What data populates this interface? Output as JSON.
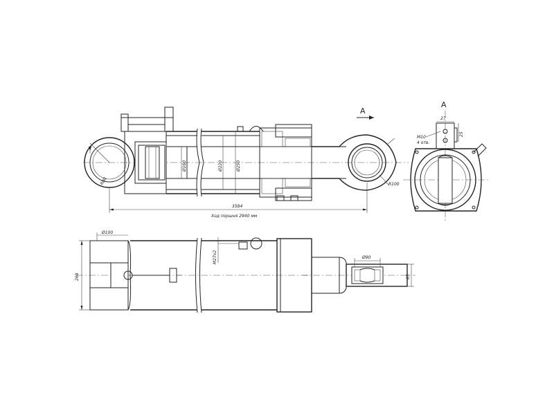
{
  "views": {
    "section_marker": "A",
    "view_title": "A"
  },
  "dimensions": {
    "overall_length": "3584",
    "stroke": "Ход поршня 2940 мм",
    "rod_end_radius": "R100",
    "cap_end_radius": "R80",
    "rod_diameter": "Ø160",
    "bore_diameter": "Ø220",
    "outer_diameter": "Ø250",
    "bottom_pin_diameter": "Ø100",
    "height_268": "268",
    "port_thread": "M27x2",
    "pin_diameter_90": "Ø90",
    "width_65": "65",
    "dim_27": "27",
    "dim_25": "25",
    "thread_m10": "M10",
    "holes_4": "4 отв."
  },
  "colors": {
    "line": "#222222",
    "background": "#ffffff"
  }
}
